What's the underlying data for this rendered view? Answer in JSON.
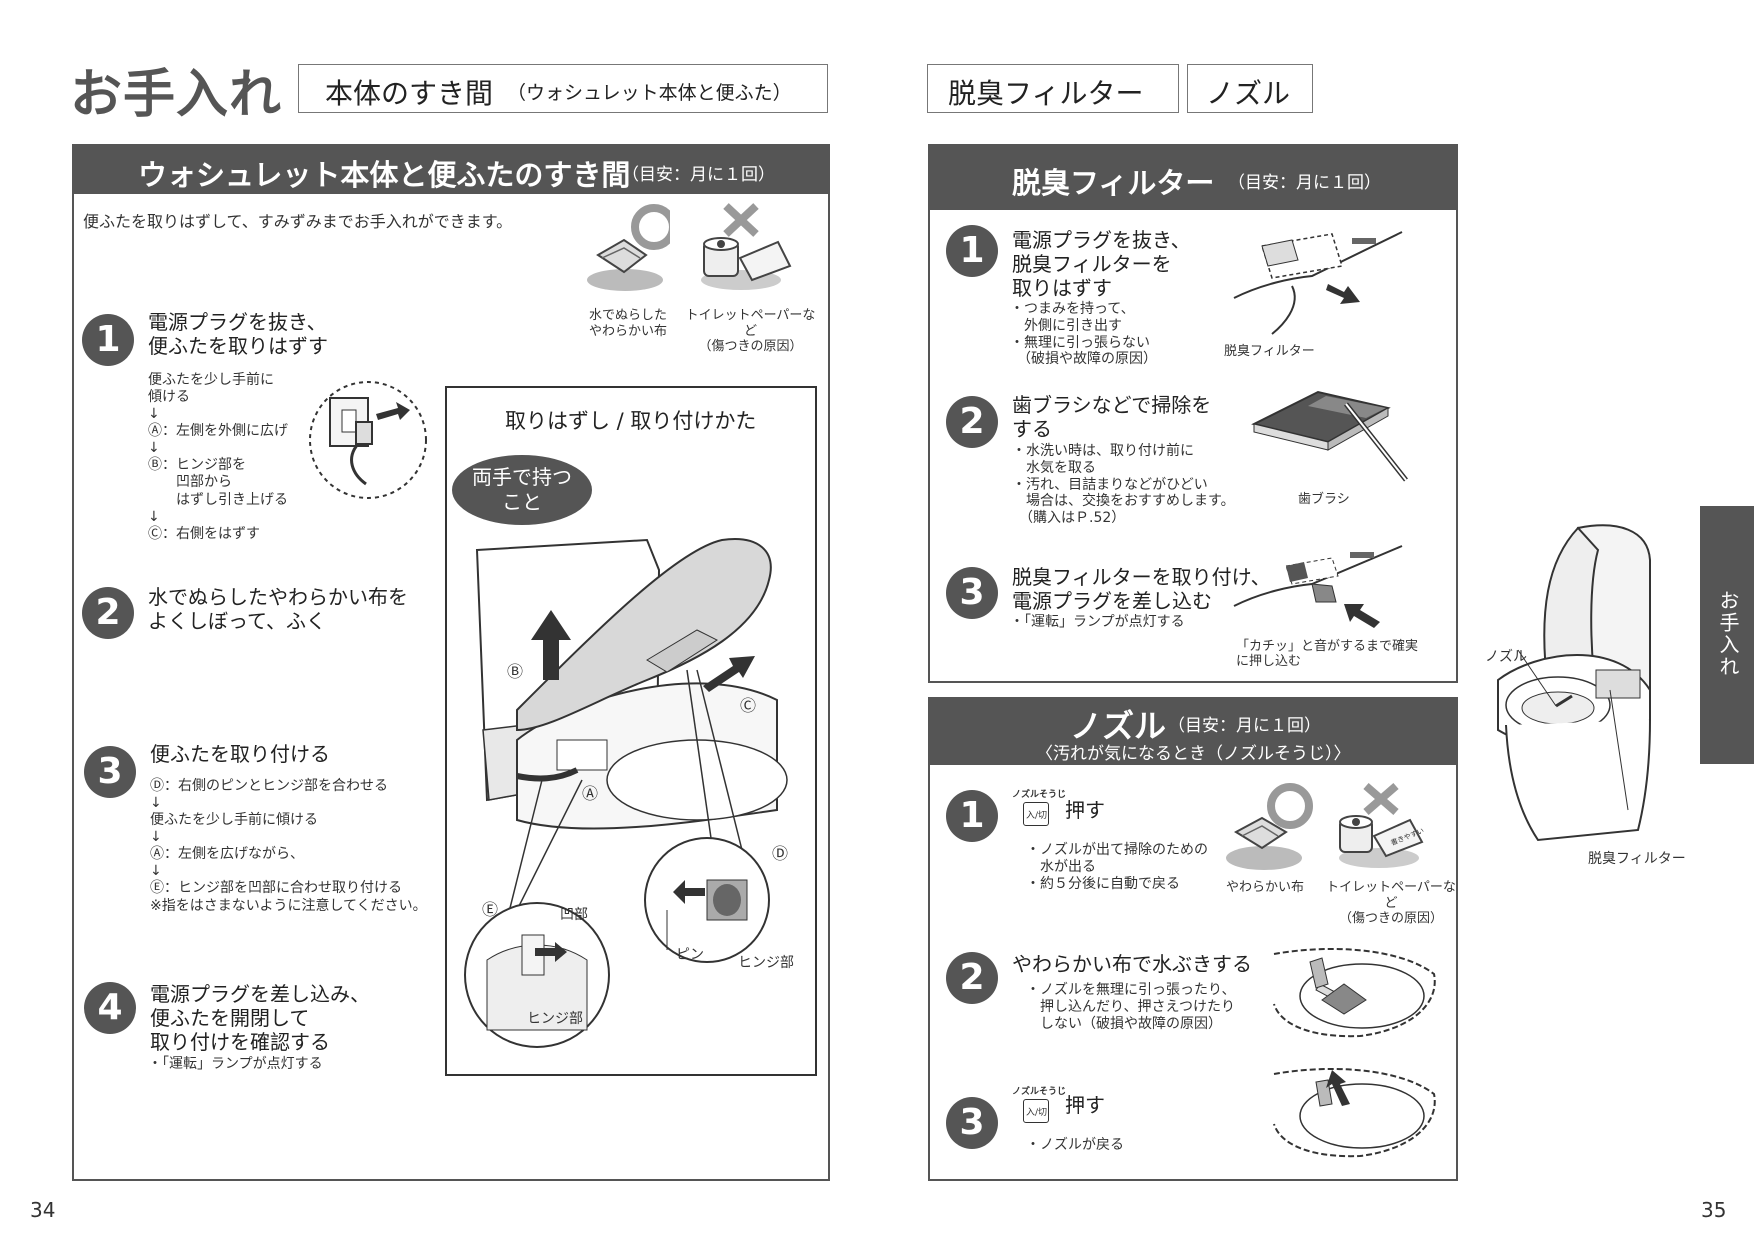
{
  "header": {
    "title": "お手入れ",
    "left_tab": "本体のすき間",
    "left_tab_sub": "（ウォシュレット本体と便ふた）",
    "right_tab1": "脱臭フィルター",
    "right_tab2": "ノズル"
  },
  "left_section": {
    "title": "ウォシュレット本体と便ふたのすき間",
    "freq": "（目安：月に１回）",
    "intro": "便ふたを取りはずして、すみずみまでお手入れができます。",
    "ok_caption": "水でぬらした\nやわらかい布",
    "ng_caption": "トイレットペーパーなど\n（傷つきの原因）",
    "steps": [
      {
        "num": "1",
        "title": "電源プラグを抜き、\n便ふたを取りはずす",
        "notes": "便ふたを少し手前に\n傾ける\n↓\nⒶ：左側を外側に広げ\n↓\nⒷ：ヒンジ部を\n　　凹部から\n　　はずし引き上げる\n↓\nⒸ：右側をはずす"
      },
      {
        "num": "2",
        "title": "水でぬらしたやわらかい布を\nよくしぼって、ふく",
        "notes": ""
      },
      {
        "num": "3",
        "title": "便ふたを取り付ける",
        "notes": "Ⓓ：右側のピンとヒンジ部を合わせる\n↓\n便ふたを少し手前に傾ける\n↓\nⒶ：左側を広げながら、\n↓\nⒺ：ヒンジ部を凹部に合わせ取り付ける\n※指をはさまないように注意してください。"
      },
      {
        "num": "4",
        "title": "電源プラグを差し込み、\n便ふたを開閉して\n取り付けを確認する",
        "notes": "・「運転」ランプが点灯する"
      }
    ],
    "diagram": {
      "title": "取りはずし / 取り付けかた",
      "bubble": "両手で持つ\nこと",
      "label_B": "Ⓑ",
      "label_C": "Ⓒ",
      "label_A": "Ⓐ",
      "label_D": "Ⓓ",
      "label_E": "Ⓔ",
      "label_recess": "凹部",
      "label_hinge1": "ヒンジ部",
      "label_pin": "ピン",
      "label_hinge2": "ヒンジ部"
    }
  },
  "filter_section": {
    "title": "脱臭フィルター",
    "freq": "（目安：月に１回）",
    "steps": [
      {
        "num": "1",
        "title": "電源プラグを抜き、\n脱臭フィルターを\n取りはずす",
        "notes": "・つまみを持って、\n　外側に引き出す\n・無理に引っ張らない\n　（破損や故障の原因）"
      },
      {
        "num": "2",
        "title": "歯ブラシなどで掃除を\nする",
        "notes": "・水洗い時は、取り付け前に\n　水気を取る\n・汚れ、目詰まりなどがひどい\n　場合は、交換をおすすめします。\n　（購入はＰ.52）"
      },
      {
        "num": "3",
        "title": "脱臭フィルターを取り付け、\n電源プラグを差し込む",
        "notes": "・「運転」ランプが点灯する"
      }
    ],
    "label_filter": "脱臭フィルター",
    "label_brush": "歯ブラシ",
    "label_click": "「カチッ」と音がするまで確実\nに押し込む"
  },
  "nozzle_section": {
    "title": "ノズル",
    "freq": "（目安：月に１回）",
    "subtitle": "〈汚れが気になるとき（ノズルそうじ）〉",
    "button_caption": "ノズルそうじ",
    "button_label": "入/切",
    "steps": [
      {
        "num": "1",
        "title": "押す",
        "notes": "・ノズルが出て掃除のための\n　水が出る\n・約５分後に自動で戻る"
      },
      {
        "num": "2",
        "title": "やわらかい布で水ぶきする",
        "notes": "・ノズルを無理に引っ張ったり、\n　押し込んだり、押さえつけたり\n　しない（破損や故障の原因）"
      },
      {
        "num": "3",
        "title": "押す",
        "notes": "・ノズルが戻る"
      }
    ],
    "ok_caption": "やわらかい布",
    "ng_caption": "トイレットペーパーなど\n（傷つきの原因）",
    "tp_label": "書きやすい"
  },
  "toilet_callouts": {
    "nozzle": "ノズル",
    "filter": "脱臭フィルター"
  },
  "side_tab": "お手入れ",
  "page_left": "34",
  "page_right": "35",
  "colors": {
    "band": "#555555",
    "border": "#555555"
  }
}
